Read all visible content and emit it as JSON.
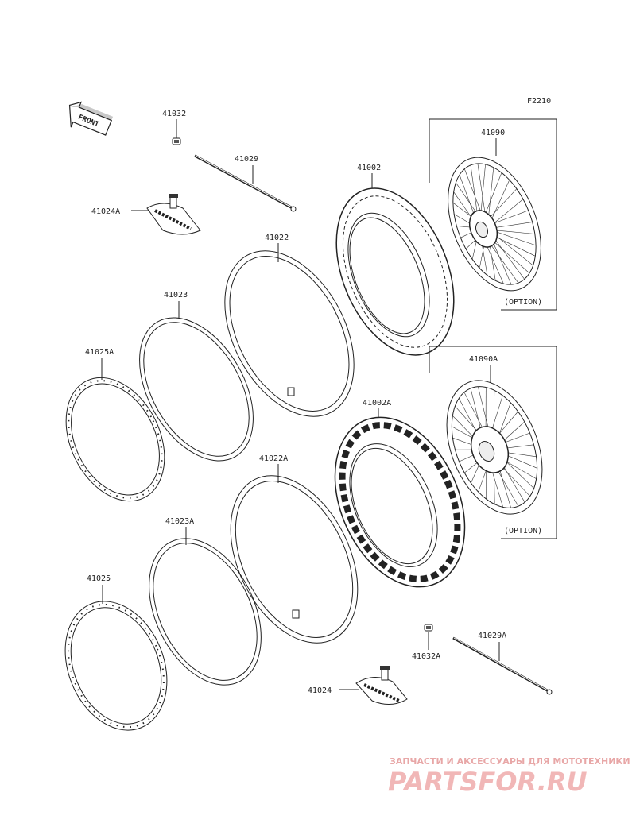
{
  "figure_code": "F2210",
  "front_label": "FRONT",
  "labels": {
    "p41032": "41032",
    "p41029": "41029",
    "p41024A": "41024A",
    "p41022": "41022",
    "p41002": "41002",
    "p41090": "41090",
    "p41023": "41023",
    "p41025A": "41025A",
    "p41090A": "41090A",
    "p41002A": "41002A",
    "p41022A": "41022A",
    "p41023A": "41023A",
    "p41025": "41025",
    "p41032A": "41032A",
    "p41029A": "41029A",
    "p41024": "41024"
  },
  "option_top": "(OPTION)",
  "option_bottom": "(OPTION)",
  "watermark": {
    "tagline": "ЗАПЧАСТИ И АКСЕССУАРЫ ДЛЯ МОТОТЕХНИКИ",
    "logo": "PARTSFOR.RU",
    "color": "#e8a0a0"
  }
}
